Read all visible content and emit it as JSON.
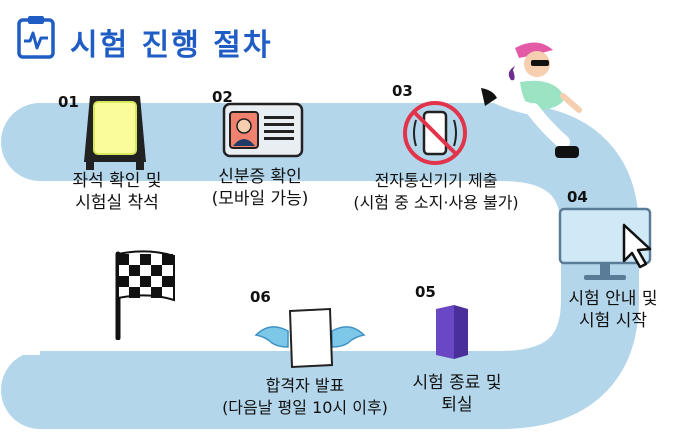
{
  "header": {
    "title": "시험 진행 절차"
  },
  "steps": [
    {
      "number": "01",
      "line1": "좌석 확인 및",
      "line2": "시험실 착석"
    },
    {
      "number": "02",
      "line1": "신분증 확인",
      "line2": "(모바일 가능)"
    },
    {
      "number": "03",
      "line1": "전자통신기기 제출",
      "line2": "(시험 중 소지·사용 불가)"
    },
    {
      "number": "04",
      "line1": "시험 안내 및",
      "line2": "시험 시작"
    },
    {
      "number": "05",
      "line1": "시험 종료 및",
      "line2": "퇴실"
    },
    {
      "number": "06",
      "line1": "합격자 발표",
      "line2": "(다음날 평일 10시 이후)"
    }
  ],
  "colors": {
    "track": "#b3d6ea",
    "title": "#1f5dc4",
    "accent": "#e2334a"
  },
  "icons": [
    "clipboard-icon",
    "sandwich-board-icon",
    "id-card-icon",
    "no-phone-icon",
    "runner-illustration",
    "monitor-cursor-icon",
    "door-icon",
    "winged-paper-icon",
    "checkered-flag-icon"
  ]
}
